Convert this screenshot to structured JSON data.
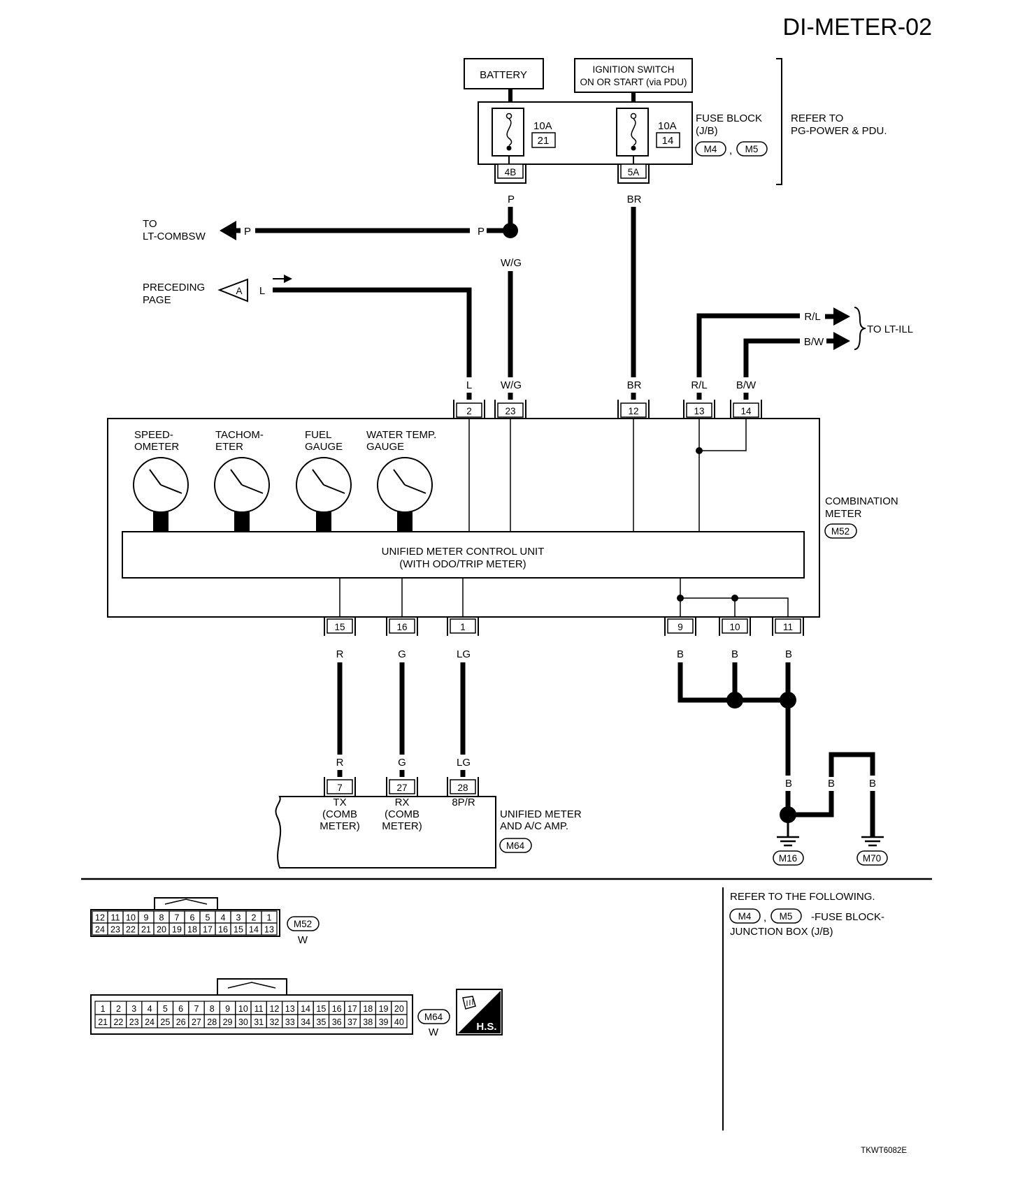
{
  "title": "DI-METER-02",
  "footer_code": "TKWT6082E",
  "sources": {
    "battery": "BATTERY",
    "ignition_line1": "IGNITION SWITCH",
    "ignition_line2": "ON OR START (via PDU)"
  },
  "fuse_block": {
    "fuse_left_amp": "10A",
    "fuse_left_num": "21",
    "fuse_right_amp": "10A",
    "fuse_right_num": "14",
    "label_line1": "FUSE BLOCK",
    "label_line2": "(J/B)",
    "conn_a": "M4",
    "sep": ",",
    "conn_b": "M5",
    "term_left": "4B",
    "term_right": "5A",
    "refer_line1": "REFER TO",
    "refer_line2": "PG-POWER & PDU."
  },
  "offpage": {
    "combsw_line1": "TO",
    "combsw_line2": "LT-COMBSW",
    "preceding_line1": "PRECEDING",
    "preceding_line2": "PAGE",
    "preceding_letter": "A",
    "to_lt_ill": "TO LT-ILL"
  },
  "wire_colors": {
    "p": "P",
    "wg": "W/G",
    "l": "L",
    "br": "BR",
    "rl": "R/L",
    "bw": "B/W",
    "r": "R",
    "g": "G",
    "lg": "LG",
    "b": "B"
  },
  "combination_meter": {
    "top_terminals": [
      "2",
      "23",
      "12",
      "13",
      "14"
    ],
    "bottom_terminals": [
      "15",
      "16",
      "1",
      "9",
      "10",
      "11"
    ],
    "gauges": [
      {
        "line1": "SPEED-",
        "line2": "OMETER"
      },
      {
        "line1": "TACHOM-",
        "line2": "ETER"
      },
      {
        "line1": "FUEL",
        "line2": "GAUGE"
      },
      {
        "line1": "WATER TEMP.",
        "line2": "GAUGE"
      }
    ],
    "control_unit_line1": "UNIFIED METER CONTROL UNIT",
    "control_unit_line2": "(WITH ODO/TRIP METER)",
    "label_line1": "COMBINATION",
    "label_line2": "METER",
    "connector": "M52"
  },
  "amp": {
    "terminals": [
      "7",
      "27",
      "28"
    ],
    "tx_line1": "TX",
    "tx_line2": "(COMB",
    "tx_line3": "METER)",
    "rx_line1": "RX",
    "rx_line2": "(COMB",
    "rx_line3": "METER)",
    "sp_label": "8P/R",
    "label_line1": "UNIFIED METER",
    "label_line2": "AND A/C AMP.",
    "connector": "M64"
  },
  "grounds": [
    "M16",
    "M70"
  ],
  "refer_following": {
    "line1": "REFER TO THE FOLLOWING.",
    "conn_a": "M4",
    "sep": ",",
    "conn_b": "M5",
    "line2_tail": "-FUSE BLOCK-",
    "line3": "JUNCTION BOX (J/B)"
  },
  "connector_m52": {
    "name": "M52",
    "color": "W",
    "row1": [
      "12",
      "11",
      "10",
      "9",
      "8",
      "7",
      "6",
      "5",
      "4",
      "3",
      "2",
      "1"
    ],
    "row2": [
      "24",
      "23",
      "22",
      "21",
      "20",
      "19",
      "18",
      "17",
      "16",
      "15",
      "14",
      "13"
    ]
  },
  "connector_m64": {
    "name": "M64",
    "color": "W",
    "row1": [
      "1",
      "2",
      "3",
      "4",
      "5",
      "6",
      "7",
      "8",
      "9",
      "10",
      "11",
      "12",
      "13",
      "14",
      "15",
      "16",
      "17",
      "18",
      "19",
      "20"
    ],
    "row2": [
      "21",
      "22",
      "23",
      "24",
      "25",
      "26",
      "27",
      "28",
      "29",
      "30",
      "31",
      "32",
      "33",
      "34",
      "35",
      "36",
      "37",
      "38",
      "39",
      "40"
    ]
  },
  "hs_badge": "H.S."
}
